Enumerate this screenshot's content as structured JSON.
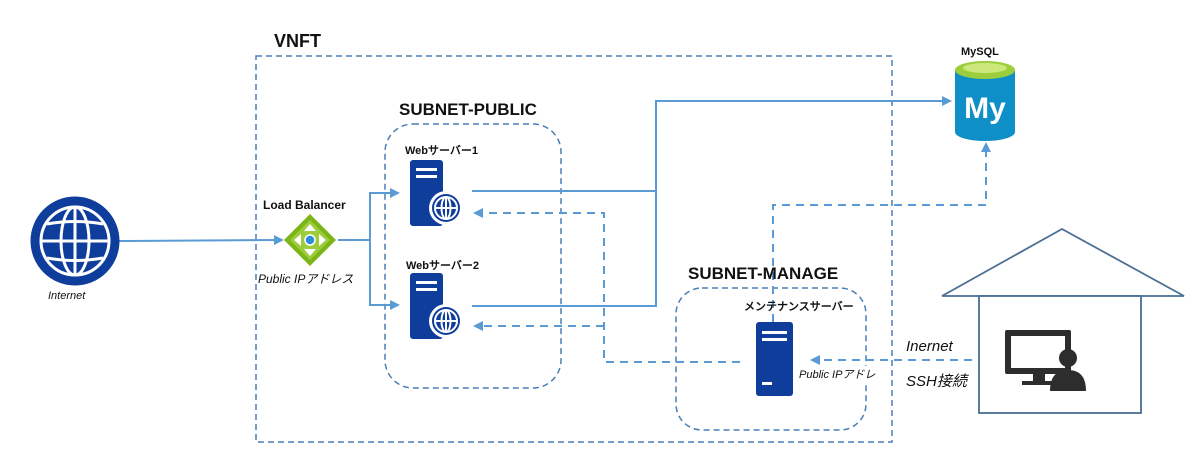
{
  "vnet": {
    "label": "VNFT"
  },
  "subnet_public": {
    "label": "SUBNET-PUBLIC"
  },
  "subnet_manage": {
    "label": "SUBNET-MANAGE"
  },
  "internet": {
    "label": "Internet",
    "icon": "globe-icon"
  },
  "load_balancer": {
    "label": "Load Balancer",
    "sub_label": "Public IPアドレス",
    "icon": "load-balancer-icon"
  },
  "web1": {
    "label": "Webサーバー1",
    "icon": "server-globe-icon"
  },
  "web2": {
    "label": "Webサーバー2",
    "icon": "server-globe-icon"
  },
  "maintenance": {
    "label": "メンテナンスサーバー",
    "sub_label": "Public IPアドレ",
    "icon": "server-icon"
  },
  "mysql": {
    "label": "MySQL",
    "icon": "mysql-database-icon"
  },
  "office": {
    "icon": "house-user-icon",
    "line1": "Inernet",
    "line2": "SSH接続"
  },
  "colors": {
    "azure_blue": "#0e3d9c",
    "line_blue": "#5a9bd5",
    "green": "#7cb518"
  }
}
